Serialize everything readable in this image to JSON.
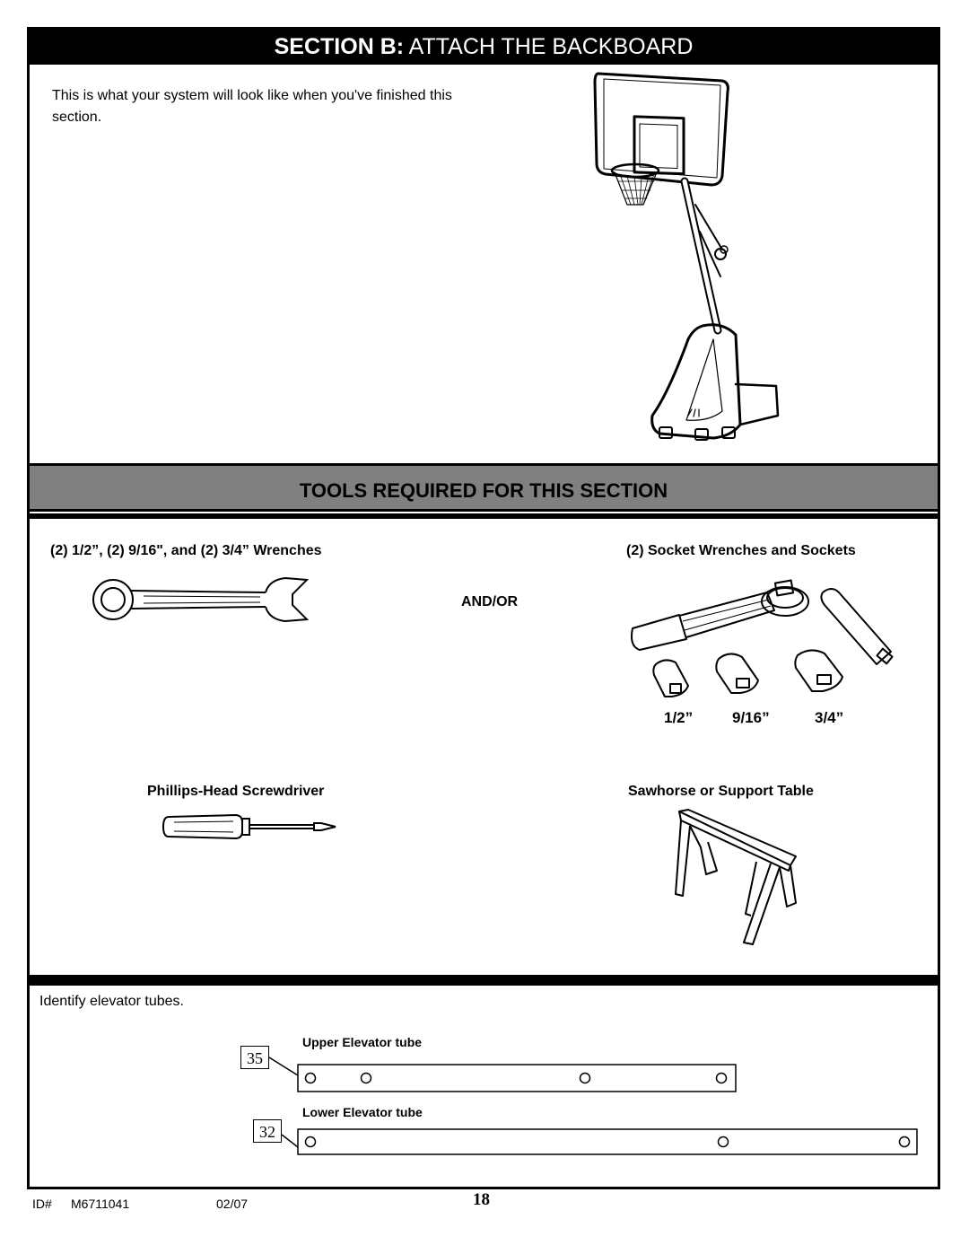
{
  "header": {
    "section_label": "SECTION B:",
    "section_title": "ATTACH THE BACKBOARD"
  },
  "intro": {
    "text": "This is what your system will look like when you've finished this section."
  },
  "tools": {
    "heading": "TOOLS REQUIRED FOR THIS SECTION",
    "wrenches_label": "(2) 1/2”, (2) 9/16\", and (2) 3/4” Wrenches",
    "andor_label": "AND/OR",
    "sockets_label": "(2) Socket Wrenches and Sockets",
    "socket_sizes": [
      "1/2”",
      "9/16”",
      "3/4”"
    ],
    "screwdriver_label": "Phillips-Head Screwdriver",
    "sawhorse_label": "Sawhorse or Support Table"
  },
  "elevator": {
    "instruction": "Identify elevator tubes.",
    "upper_label": "Upper Elevator tube",
    "upper_part_no": "35",
    "lower_label": "Lower Elevator tube",
    "lower_part_no": "32"
  },
  "footer": {
    "id_label": "ID#",
    "id_value": "M6711041",
    "date": "02/07",
    "page_number": "18"
  }
}
